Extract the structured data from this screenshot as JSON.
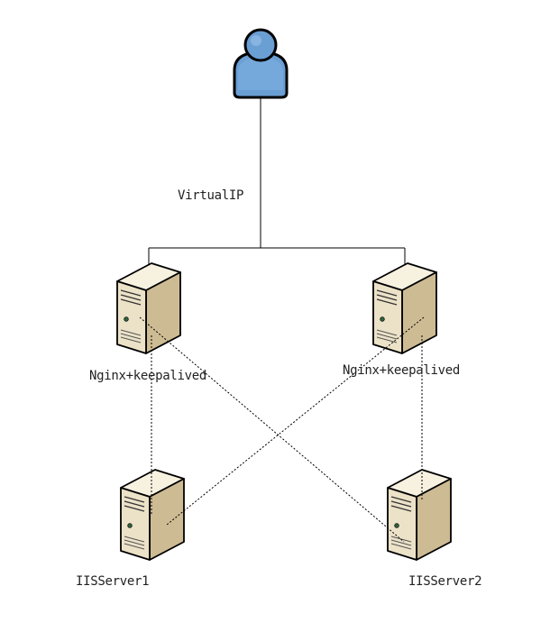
{
  "labels": {
    "virtual_ip": "VirtualIP",
    "nginx_left": "Nginx+keepalived",
    "nginx_right": "Nginx+keepalived",
    "iis_server_1": "IISServer1",
    "iis_server_2": "IISServer2"
  },
  "colors": {
    "line": "#000000",
    "user_fill": "#6a9fd4",
    "server_front": "#ede4cc",
    "server_side": "#c8b68f",
    "server_top": "#f6f0df"
  },
  "icons": {
    "user": "user-icon",
    "server": "server-icon"
  }
}
